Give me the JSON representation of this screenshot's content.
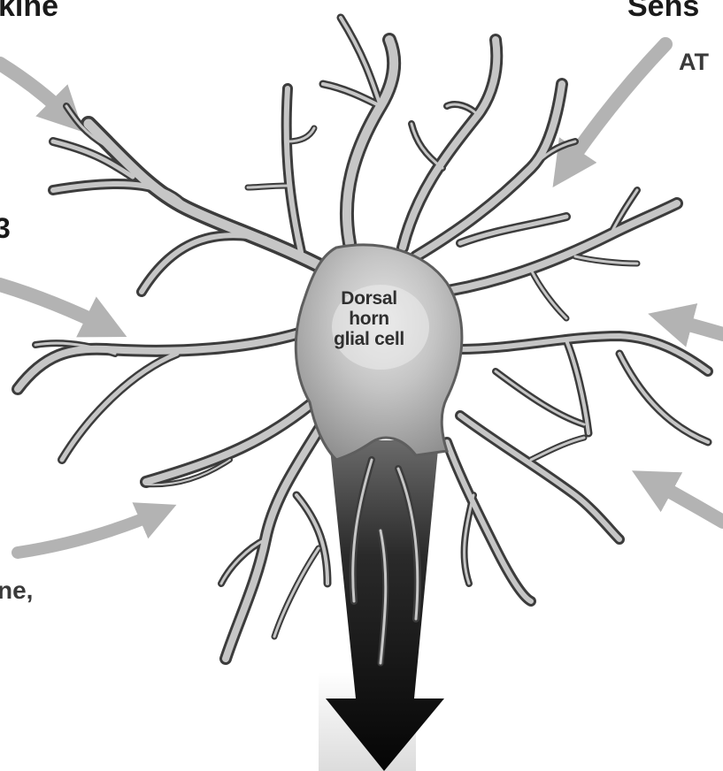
{
  "diagram": {
    "cell_label": {
      "line1": "Dorsal",
      "line2": "horn",
      "line3": "glial cell"
    },
    "cropped_text": {
      "top_left": "kine",
      "top_right": "Sens",
      "top_right_sub": "AT",
      "left_mid": "3",
      "left_low": "",
      "left_bottom": "ne,"
    },
    "colors": {
      "background": "#ffffff",
      "cell_fill": "#9a9a9a",
      "cell_highlight": "#e6e6e6",
      "cell_outline": "#3c3c3c",
      "input_arrow": "#b3b3b3",
      "output_arrow": "#111111"
    },
    "icons": {
      "input_arrow": "curved-arrow-icon",
      "output_arrow": "down-arrow-icon"
    }
  }
}
